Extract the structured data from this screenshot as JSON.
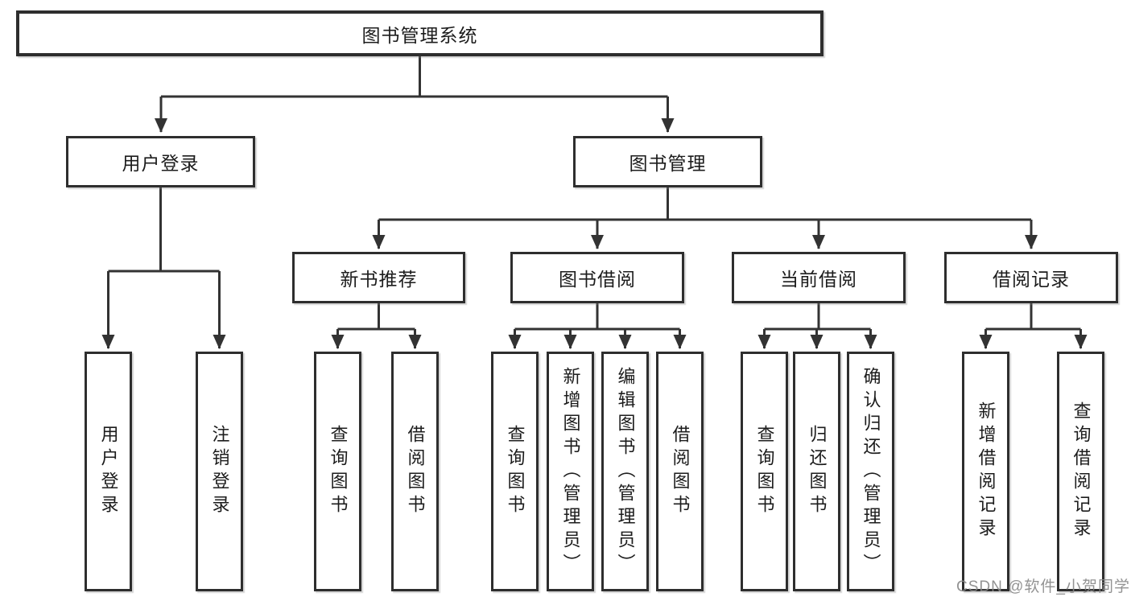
{
  "diagram": {
    "tree": {
      "label": "图书管理系统",
      "children": [
        {
          "label": "用户登录",
          "children": [
            {
              "label": "用户登录"
            },
            {
              "label": "注销登录"
            }
          ]
        },
        {
          "label": "图书管理",
          "children": [
            {
              "label": "新书推荐",
              "children": [
                {
                  "label": "查询图书"
                },
                {
                  "label": "借阅图书"
                }
              ]
            },
            {
              "label": "图书借阅",
              "children": [
                {
                  "label": "查询图书"
                },
                {
                  "label": "新增图书（管理员）"
                },
                {
                  "label": "编辑图书（管理员）"
                },
                {
                  "label": "借阅图书"
                }
              ]
            },
            {
              "label": "当前借阅",
              "children": [
                {
                  "label": "查询图书"
                },
                {
                  "label": "归还图书"
                },
                {
                  "label": "确认归还（管理员）"
                }
              ]
            },
            {
              "label": "借阅记录",
              "children": [
                {
                  "label": "新增借阅记录"
                },
                {
                  "label": "查询借阅记录"
                }
              ]
            }
          ]
        }
      ]
    }
  },
  "colors": {
    "line": "#333333",
    "box_border": "#2e2e2e",
    "text": "#1c1c1c",
    "watermark": "#878787",
    "background": "#ffffff"
  },
  "watermark": "CSDN @软件_小贺同学"
}
